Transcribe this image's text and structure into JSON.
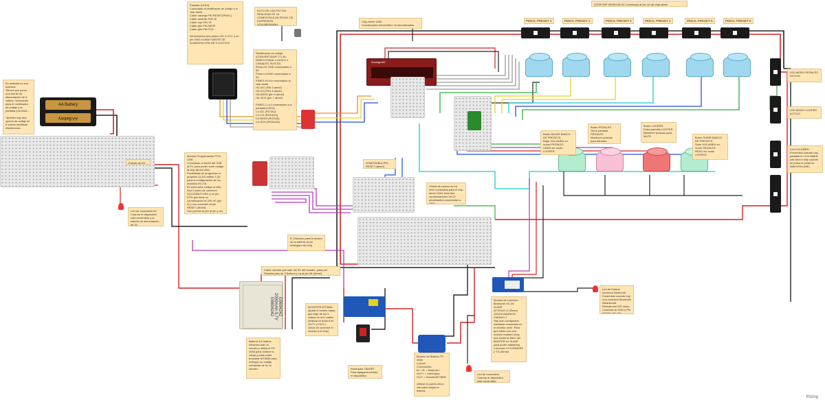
{
  "title_top": "LEDSTRIP  WS2812B  5V  Conectado al pin 15 del chip atmel",
  "brand": "fritzing",
  "pedals": [
    {
      "label": "PEDAL PRESET 1"
    },
    {
      "label": "PEDAL PRESET 2"
    },
    {
      "label": "PEDAL PRESET 3"
    },
    {
      "label": "PEDAL PRESET 4"
    },
    {
      "label": "PEDAL PRESET 5"
    },
    {
      "label": "PEDAL PRESET 6"
    }
  ],
  "notes": {
    "battery_left": "Es realidad no son baterías.\nTienen que poner una fuente de alimentación de 5 voltios, necesarias para el rectificador de voltaje y la pantalla (LM 8341...\n\nTambién hay otra opción de voltaje de 5 voltios mediante resistencias...",
    "fuente": "Fuente de 5V",
    "led_encendido_left": "Led de encendido 5V.\nCuando el dispositivo esté encendido y la batería de alimentación de 3v",
    "pantalla": "Pantalla (LED4).\nConectado al rectificador de voltaje y el chip atmel.\nCable naranja PIN RESET(PIN01)\nCable amarillo PIN 26\nCable rojo PIN 15\nCable gris PIN MOSI\nCable gris PIN SCK\n\nAlimentación dos pines LED a VCC y un pin GND A UNA FUENTE DE ALIMENTACIÓN DE 5 VOLTIOS",
    "rectificador": "Rectificador de voltaje (CONVERTIDOR TTL Bi-DIRECCIONAL LÓGICO  4 CANALES. 5V/3.3V)\nPines HV GND conectados a 5V\nPines LV/GND conectados a 3V\nPINES H1-H4 conectados al chip atmel\nH1=DC (PIN 3 atmel)\nH2=CS (PIN 4 atmel)\nH3=MOSI (pin 5 atmel)\nH4=SCK (pin 7 atmel)\n\nPINES L1-L4 conectados a la pantalla (LED4)\nL1=DC  (ROTA1)\nL2=CS  (RODA13)\nL3=MOSI (RODA5)\nL4=SCK (RODA15)",
    "eeprom": "EXTO DE LAS POT EN REALIDAD ES LA CONEXIÓN A UN PEDAL DE EXPRESIÓN VOLUMEN/WAH.",
    "chip_atmel": "Chip Atmel 1284\nCondensador electrolítico 10 microfaradios",
    "modulo_prog": "Modulo Programación FTDI USB.\nConectado a través del USB al PC para poder subir código al chip Atmel 1284.\nPosibilidad de programar el proyecto (3,3/5 voltios 3,3V para la configuración de los módulos HC-05.\n5V para subir código al chip.\nSon 5 pines de conexión VCC/GND/TX/RX y un pin DTR que lleva un condensador de 100 nF (pin 9) y con conexión al pin RESET (Atmel).\nSon previos la pin al pin y sin del atmel",
    "atmega_label": "ATMEGA/Bus PIN RESET (atmel)",
    "cristal": "Cristal de cuarzo de 16 mHz conectado para el chip atmel 1284. Asia dos condensadores de 22 picofaradios conectados a GND",
    "resist_10k": "R 10kohms para la lectura de la batería al pin analógico del chip.",
    "cable_morado": "Cable morado que sale del 3V del booster, pasa por Resistencias de 10kohms y va al pin 46 (Atmel)",
    "bateria": "Batería 3,6 Voltios\nAlimenta todo el circuito y utiliza el TP-4056 para realizar la carga y para poder boostear MT3608 para entregar un voltaje constante de 5v al circuito.",
    "booster": "BOOSTER MT3608\nAjusta el tornillo hasta que baje de los 5 voltios en la 5 voltios (realizar la lectura en OUT+ y OUT-)\nÚnico de conectar el circuito a el chip)",
    "interruptor": "Interruptor ON/OFF\nPara apagar/encender el dispositivo.",
    "modulo_bateria": "Módulo de Batería TP-4056\n4 pines.\nConexiones:\nB+ / B- = Batería+/-\nOUT+ = Interruptor\nOUT- = BoosterMT3608\n\nUtilizar el puerto micro usb para cargar la batería.",
    "led_encendido_bottom": "Led de encendido.\nCuando el dispositivo este encendido.",
    "bluetooth": "Módulo de conexión Bluetooth HC-05\nSLAVE\nAT ROLE=0 (Slave)\n115200 BAUDIOS\nCMODE=1\nHay que configurarlo mediante comandos en el monitor serie. Para que hable con otro módulo maestro (hay que incluir la MAC del MASTER en SLAVE para poder hablarlos).\nConexión VCC/GND/RX y TX (Atmel)",
    "led_estado": "Led de Estado conexión Bluetooth. Encendido cuando hay una conexión Bluetooth establecida. Resistencia 220 ohms. Conexión al GND y Pin STATE (HC-05)",
    "boton_bajar": "Botón BAJAR BANCO DE PRESETS.\nBajar VOLUMEN en modo PEDALES.\nUNDO en modo LOOPER.",
    "boton_pedales": "Botón PEDALES.\nTiene pantalla PEDALES.\nMantener pulsado para afinador.",
    "boton_looper": "Botón LOOPER.\nEntra pantalla LOOPER.\nMantener pulsado para MUTE.",
    "boton_subir": "Botón SUBIR BANCO DE PRESETS.\nSubir VOLUMEN en modo PEDALES.\nREDO en modo LOOPER.",
    "led_modo_pedales": "LED MODO PEDALES ACTIVO",
    "led_modo_looper": "LED MODO LOOPER ACTIVO",
    "led_volumen": "Led VOLUMEN.\nEncendido cuando hay pantalla en VOLUMEN (así sea el chip cuando se pulsa el pedal de WAH/VOLUME)"
  },
  "labels": {
    "aa_battery": "AA Battery",
    "aa_battery_2": "AA Battery",
    "lipo_text": "EB694242\n2000mAh 3.7V\nEB694242",
    "display_text": "Anzeige457"
  },
  "colors": {
    "red": "#d32020",
    "black": "#222222",
    "blue": "#1f4fd6",
    "yellow": "#e8d21e",
    "green": "#2fae3b",
    "orange": "#f08a1c",
    "purple": "#b23ab3",
    "cyan": "#19c8d8",
    "gray": "#9a9a9a",
    "brown": "#8a5a2a"
  }
}
